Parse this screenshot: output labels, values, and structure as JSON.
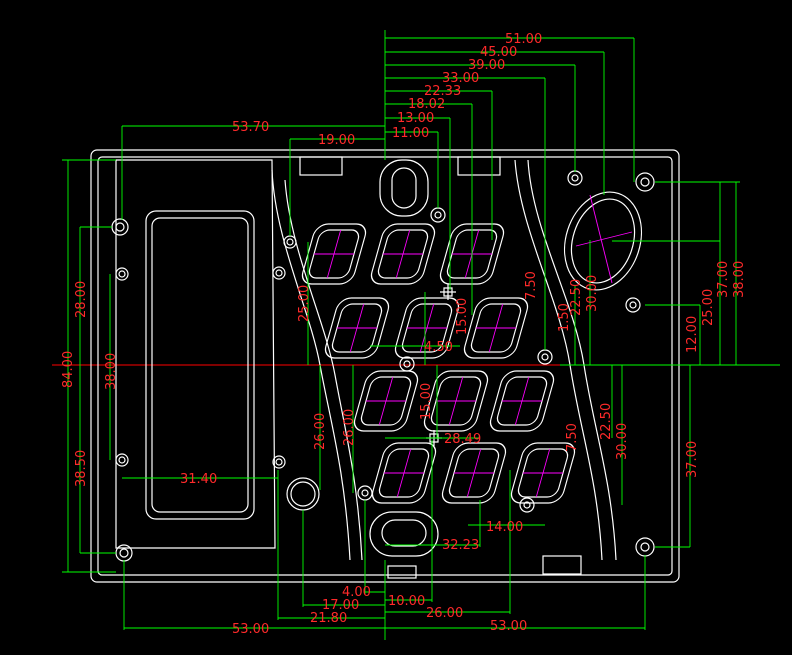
{
  "drawing": {
    "linear_dimensions": [
      "51.00",
      "45.00",
      "39.00",
      "33.00",
      "22.33",
      "18.02",
      "13.00",
      "11.00",
      "53.70",
      "19.00",
      "4.50",
      "7.50",
      "1.50",
      "15.00",
      "28.49",
      "14.00",
      "32.23",
      "4.00",
      "17.00",
      "10.00",
      "26.00",
      "21.80",
      "53.00",
      "53.00",
      "31.40"
    ],
    "vertical_dimensions": [
      "84.00",
      "28.00",
      "38.00",
      "38.50",
      "25.00",
      "26.00",
      "26.00",
      "15.00",
      "22.50",
      "30.00",
      "12.00",
      "25.00",
      "37.00",
      "38.00",
      "22.50",
      "30.00",
      "37.00",
      "7.50"
    ],
    "colors": {
      "background": "#000000",
      "outline": "#ffffff",
      "dimension_lines": "#00ff00",
      "dimension_text": "#ff2a2a",
      "center_marks": "#ff00ff",
      "center_line": "#ff0000"
    }
  }
}
